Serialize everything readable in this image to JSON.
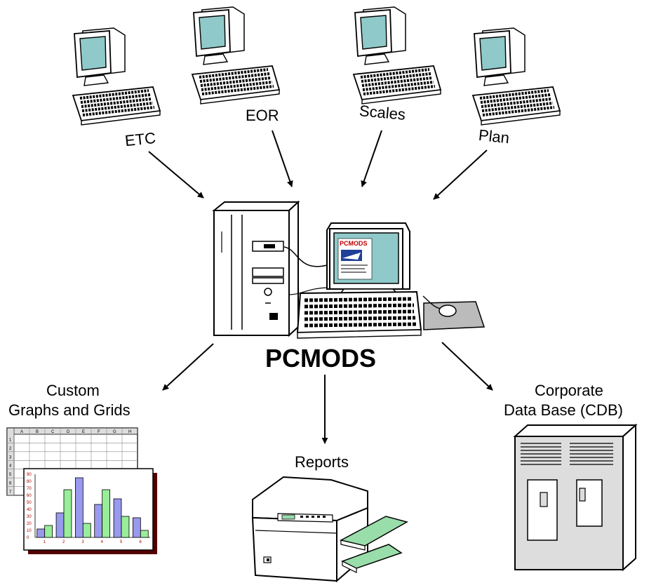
{
  "sources": [
    {
      "id": "etc",
      "label": "ETC"
    },
    {
      "id": "eor",
      "label": "EOR"
    },
    {
      "id": "scales",
      "label": "Scales"
    },
    {
      "id": "plan",
      "label": "Plan"
    }
  ],
  "hub": {
    "title": "PCMODS",
    "screen_logo": "PCMODS"
  },
  "outputs": {
    "graphs": {
      "line1": "Custom",
      "line2": "Graphs and Grids"
    },
    "reports": {
      "label": "Reports"
    },
    "cdb": {
      "line1": "Corporate",
      "line2": "Data Base (CDB)"
    }
  },
  "spreadsheet": {
    "columns": [
      "A",
      "B",
      "C",
      "D",
      "E",
      "F",
      "G",
      "H"
    ],
    "rows": [
      "1",
      "2",
      "3",
      "4",
      "5",
      "6",
      "7"
    ]
  },
  "chart_data": {
    "type": "bar",
    "categories": [
      "1",
      "2",
      "3",
      "4",
      "5",
      "6"
    ],
    "series": [
      {
        "values": [
          12,
          35,
          85,
          47,
          55,
          28
        ]
      },
      {
        "values": [
          17,
          68,
          20,
          68,
          30,
          10
        ]
      }
    ],
    "y_ticks": [
      "0",
      "10",
      "20",
      "30",
      "40",
      "50",
      "60",
      "70",
      "80",
      "90"
    ],
    "ylim": [
      0,
      90
    ]
  },
  "colors": {
    "screen": "#8fc9c9",
    "bar_blue": "#9999ee",
    "bar_green": "#99ee99",
    "cabinet_panel": "#dddddd",
    "tray": "#99ddaa",
    "stroke": "#000000"
  }
}
